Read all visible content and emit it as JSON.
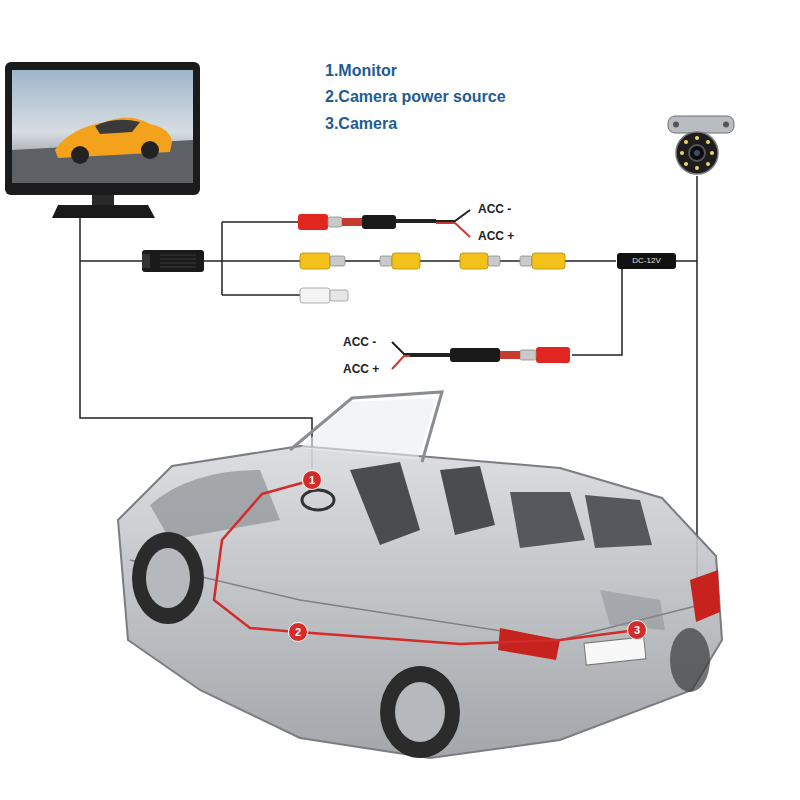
{
  "diagram": {
    "nodes": [
      {
        "text": [
          "DC-12V"
        ]
      },
      {
        "text": [
          "1"
        ]
      },
      {
        "text": [
          "2"
        ]
      },
      {
        "text": [
          "3"
        ]
      }
    ],
    "edges": [
      {
        "from": 1,
        "to": 2,
        "arrow": "none"
      },
      {
        "from": 2,
        "to": 3,
        "arrow": "none"
      }
    ],
    "labels": [
      "1.Monitor",
      "2.Camera power source",
      "3.Camera",
      "ACC -",
      "ACC +",
      "ACC -",
      "ACC +"
    ]
  }
}
